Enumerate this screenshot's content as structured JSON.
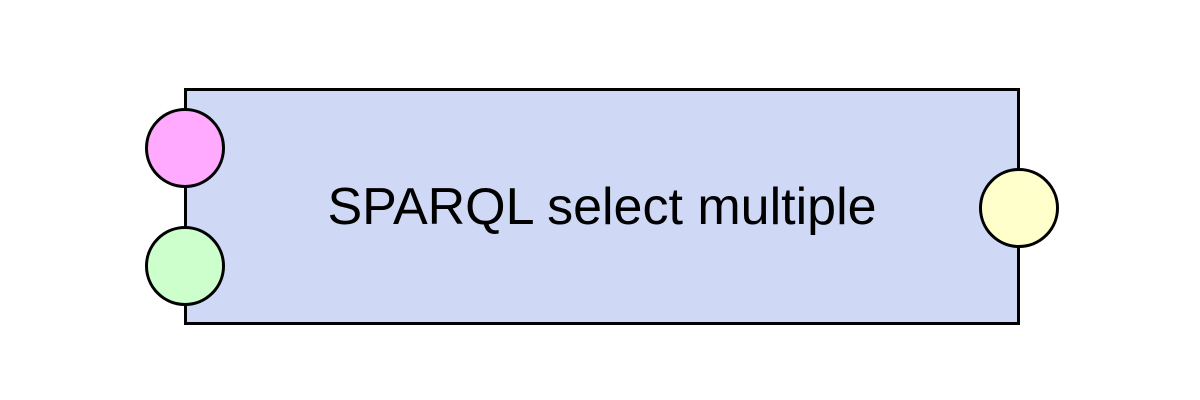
{
  "node": {
    "label": "SPARQL select multiple",
    "fill_color": "#cfd8f5",
    "border_color": "#000000"
  },
  "ports": {
    "inputs": [
      {
        "id": "in-1",
        "color": "#ffaaff"
      },
      {
        "id": "in-2",
        "color": "#ccffcc"
      }
    ],
    "outputs": [
      {
        "id": "out-1",
        "color": "#ffffcc"
      }
    ]
  }
}
